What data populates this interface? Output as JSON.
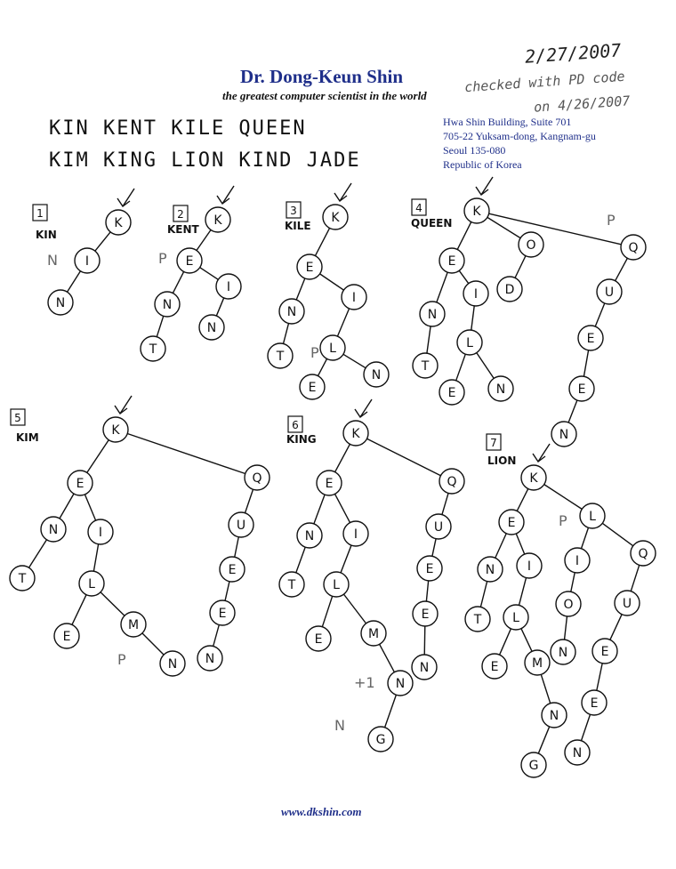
{
  "letterhead": {
    "name": "Dr. Dong-Keun Shin",
    "tagline": "the greatest computer scientist in the world",
    "address": [
      "Hwa Shin Building, Suite 701",
      "705-22 Yuksam-dong, Kangnam-gu",
      "Seoul 135-080",
      "Republic of Korea"
    ],
    "website": "www.dkshin.com"
  },
  "handwriting": {
    "date": "2/27/2007",
    "checked_line1": "checked with PD code",
    "checked_line2": "on 4/26/2007",
    "word_list_line1": "KIN  KENT  KILE  QUEEN",
    "word_list_line2": "KIM  KING  LION  KIND  JADE"
  },
  "colors": {
    "ink": "#111111",
    "letterhead_blue": "#1f2f8a",
    "pencil": "#666666"
  },
  "diagrams": [
    {
      "number": "1",
      "label": "KIN",
      "nodes": [
        {
          "id": "k",
          "t": "K"
        },
        {
          "id": "i",
          "t": "I"
        },
        {
          "id": "n",
          "t": "N"
        }
      ],
      "edges": [
        [
          "k",
          "i"
        ],
        [
          "i",
          "n"
        ]
      ],
      "annotations": [
        {
          "t": "N",
          "near": "i"
        }
      ]
    },
    {
      "number": "2",
      "label": "KENT",
      "nodes": [
        {
          "id": "k",
          "t": "K"
        },
        {
          "id": "e",
          "t": "E"
        },
        {
          "id": "n",
          "t": "N"
        },
        {
          "id": "t",
          "t": "T"
        },
        {
          "id": "i",
          "t": "I"
        },
        {
          "id": "n2",
          "t": "N"
        }
      ],
      "edges": [
        [
          "k",
          "e"
        ],
        [
          "e",
          "n"
        ],
        [
          "n",
          "t"
        ],
        [
          "e",
          "i"
        ],
        [
          "i",
          "n2"
        ]
      ],
      "annotations": [
        {
          "t": "P",
          "near": "e"
        }
      ]
    },
    {
      "number": "3",
      "label": "KILE",
      "nodes": [
        {
          "id": "k",
          "t": "K"
        },
        {
          "id": "e",
          "t": "E"
        },
        {
          "id": "n",
          "t": "N"
        },
        {
          "id": "t",
          "t": "T"
        },
        {
          "id": "i",
          "t": "I"
        },
        {
          "id": "l",
          "t": "L"
        },
        {
          "id": "e2",
          "t": "E"
        },
        {
          "id": "n2",
          "t": "N"
        }
      ],
      "edges": [
        [
          "k",
          "e"
        ],
        [
          "e",
          "n"
        ],
        [
          "n",
          "t"
        ],
        [
          "e",
          "i"
        ],
        [
          "i",
          "l"
        ],
        [
          "l",
          "e2"
        ],
        [
          "l",
          "n2"
        ]
      ],
      "annotations": [
        {
          "t": "P",
          "near": "l"
        }
      ]
    },
    {
      "number": "4",
      "label": "QUEEN",
      "nodes": [
        {
          "id": "k",
          "t": "K"
        },
        {
          "id": "e",
          "t": "E"
        },
        {
          "id": "n",
          "t": "N"
        },
        {
          "id": "t",
          "t": "T"
        },
        {
          "id": "i",
          "t": "I"
        },
        {
          "id": "l",
          "t": "L"
        },
        {
          "id": "e2",
          "t": "E"
        },
        {
          "id": "n2",
          "t": "N"
        },
        {
          "id": "o",
          "t": "O"
        },
        {
          "id": "d",
          "t": "D"
        },
        {
          "id": "q",
          "t": "Q"
        },
        {
          "id": "u",
          "t": "U"
        },
        {
          "id": "e3",
          "t": "E"
        },
        {
          "id": "e4",
          "t": "E"
        },
        {
          "id": "n3",
          "t": "N"
        }
      ],
      "edges": [
        [
          "k",
          "e"
        ],
        [
          "e",
          "n"
        ],
        [
          "n",
          "t"
        ],
        [
          "e",
          "i"
        ],
        [
          "i",
          "l"
        ],
        [
          "l",
          "e2"
        ],
        [
          "l",
          "n2"
        ],
        [
          "k",
          "o"
        ],
        [
          "o",
          "d"
        ],
        [
          "k",
          "q"
        ],
        [
          "q",
          "u"
        ],
        [
          "u",
          "e3"
        ],
        [
          "e3",
          "e4"
        ],
        [
          "e4",
          "n3"
        ]
      ],
      "annotations": [
        {
          "t": "P",
          "near": "q"
        }
      ]
    },
    {
      "number": "5",
      "label": "KIM",
      "nodes": [
        {
          "id": "k",
          "t": "K"
        },
        {
          "id": "e",
          "t": "E"
        },
        {
          "id": "n",
          "t": "N"
        },
        {
          "id": "t",
          "t": "T"
        },
        {
          "id": "i",
          "t": "I"
        },
        {
          "id": "l",
          "t": "L"
        },
        {
          "id": "e2",
          "t": "E"
        },
        {
          "id": "m",
          "t": "M"
        },
        {
          "id": "n2",
          "t": "N"
        },
        {
          "id": "q",
          "t": "Q"
        },
        {
          "id": "u",
          "t": "U"
        },
        {
          "id": "e3",
          "t": "E"
        },
        {
          "id": "e4",
          "t": "E"
        },
        {
          "id": "n3",
          "t": "N"
        }
      ],
      "edges": [
        [
          "k",
          "e"
        ],
        [
          "e",
          "n"
        ],
        [
          "n",
          "t"
        ],
        [
          "e",
          "i"
        ],
        [
          "i",
          "l"
        ],
        [
          "l",
          "e2"
        ],
        [
          "l",
          "m"
        ],
        [
          "m",
          "n2"
        ],
        [
          "k",
          "q"
        ],
        [
          "q",
          "u"
        ],
        [
          "u",
          "e3"
        ],
        [
          "e3",
          "e4"
        ],
        [
          "e4",
          "n3"
        ]
      ],
      "annotations": [
        {
          "t": "P",
          "near": "m"
        }
      ]
    },
    {
      "number": "6",
      "label": "KING",
      "nodes": [
        {
          "id": "k",
          "t": "K"
        },
        {
          "id": "e",
          "t": "E"
        },
        {
          "id": "n",
          "t": "N"
        },
        {
          "id": "t",
          "t": "T"
        },
        {
          "id": "i",
          "t": "I"
        },
        {
          "id": "l",
          "t": "L"
        },
        {
          "id": "e2",
          "t": "E"
        },
        {
          "id": "m",
          "t": "M"
        },
        {
          "id": "n2",
          "t": "N"
        },
        {
          "id": "g",
          "t": "G"
        },
        {
          "id": "q",
          "t": "Q"
        },
        {
          "id": "u",
          "t": "U"
        },
        {
          "id": "e3",
          "t": "E"
        },
        {
          "id": "e4",
          "t": "E"
        },
        {
          "id": "n3",
          "t": "N"
        }
      ],
      "edges": [
        [
          "k",
          "e"
        ],
        [
          "e",
          "n"
        ],
        [
          "n",
          "t"
        ],
        [
          "e",
          "i"
        ],
        [
          "i",
          "l"
        ],
        [
          "l",
          "e2"
        ],
        [
          "l",
          "m"
        ],
        [
          "m",
          "n2"
        ],
        [
          "n2",
          "g"
        ],
        [
          "k",
          "q"
        ],
        [
          "q",
          "u"
        ],
        [
          "u",
          "e3"
        ],
        [
          "e3",
          "e4"
        ],
        [
          "e4",
          "n3"
        ]
      ],
      "annotations": [
        {
          "t": "+1",
          "near": "n2"
        },
        {
          "t": "N",
          "near": "g"
        }
      ]
    },
    {
      "number": "7",
      "label": "LION",
      "nodes": [
        {
          "id": "k",
          "t": "K"
        },
        {
          "id": "e",
          "t": "E"
        },
        {
          "id": "n",
          "t": "N"
        },
        {
          "id": "t",
          "t": "T"
        },
        {
          "id": "i",
          "t": "I"
        },
        {
          "id": "l",
          "t": "L"
        },
        {
          "id": "e2",
          "t": "E"
        },
        {
          "id": "m",
          "t": "M"
        },
        {
          "id": "n2",
          "t": "N"
        },
        {
          "id": "g",
          "t": "G"
        },
        {
          "id": "l2",
          "t": "L"
        },
        {
          "id": "i2",
          "t": "I"
        },
        {
          "id": "o",
          "t": "O"
        },
        {
          "id": "n4",
          "t": "N"
        },
        {
          "id": "q",
          "t": "Q"
        },
        {
          "id": "u",
          "t": "U"
        },
        {
          "id": "e3",
          "t": "E"
        },
        {
          "id": "e4",
          "t": "E"
        },
        {
          "id": "n3",
          "t": "N"
        }
      ],
      "edges": [
        [
          "k",
          "e"
        ],
        [
          "e",
          "n"
        ],
        [
          "n",
          "t"
        ],
        [
          "e",
          "i"
        ],
        [
          "i",
          "l"
        ],
        [
          "l",
          "e2"
        ],
        [
          "l",
          "m"
        ],
        [
          "m",
          "n2"
        ],
        [
          "n2",
          "g"
        ],
        [
          "k",
          "l2"
        ],
        [
          "l2",
          "i2"
        ],
        [
          "i2",
          "o"
        ],
        [
          "o",
          "n4"
        ],
        [
          "l2",
          "q"
        ],
        [
          "q",
          "u"
        ],
        [
          "u",
          "e3"
        ],
        [
          "e3",
          "e4"
        ],
        [
          "e4",
          "n3"
        ]
      ],
      "annotations": [
        {
          "t": "P",
          "near": "l2"
        }
      ]
    }
  ]
}
